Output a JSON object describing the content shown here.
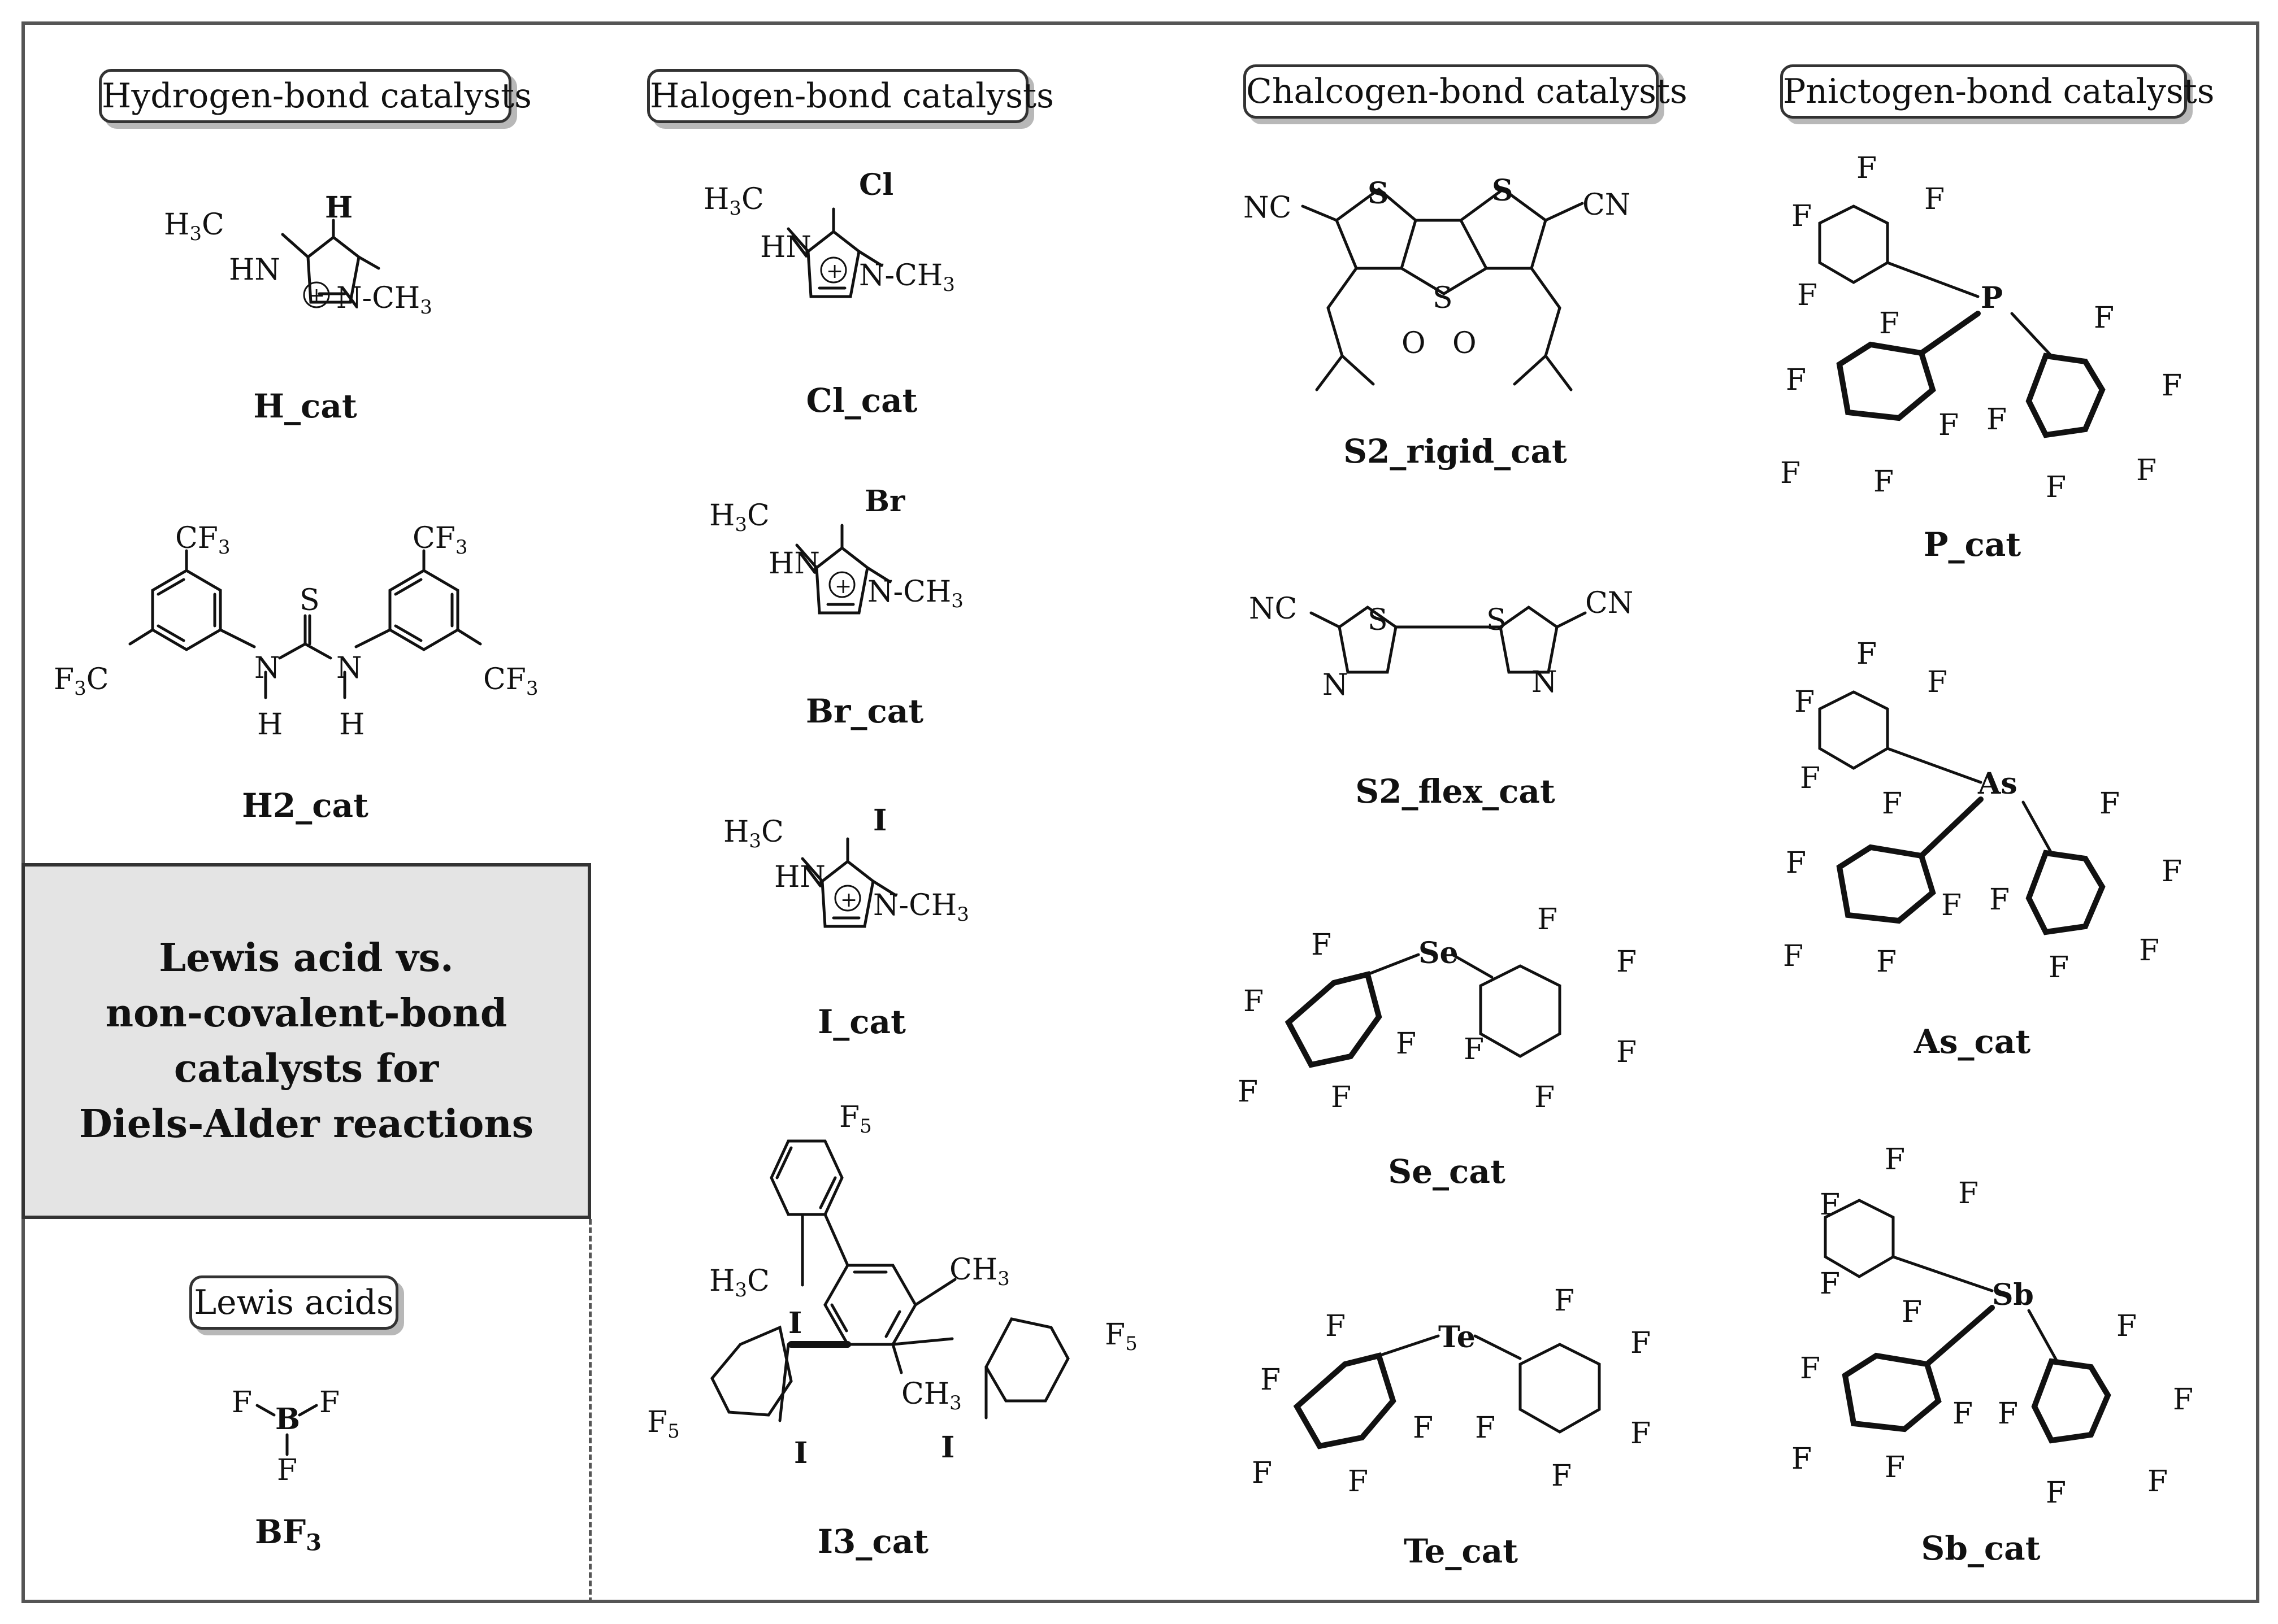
{
  "headers": {
    "hydrogen": "Hydrogen-bond catalysts",
    "halogen": "Halogen-bond catalysts",
    "chalcogen": "Chalcogen-bond catalysts",
    "pnictogen": "Pnictogen-bond catalysts",
    "lewis": "Lewis acids"
  },
  "title_lines": [
    "Lewis acid vs.",
    "non-covalent-bond",
    "catalysts for",
    "Diels-Alder reactions"
  ],
  "compound_labels": {
    "h_cat": "H_cat",
    "h2_cat": "H2_cat",
    "bf3_base": "BF",
    "bf3_sub": "3",
    "cl_cat": "Cl_cat",
    "br_cat": "Br_cat",
    "i_cat": "I_cat",
    "i3_cat": "I3_cat",
    "s2_rigid_cat": "S2_rigid_cat",
    "s2_flex_cat": "S2_flex_cat",
    "se_cat": "Se_cat",
    "te_cat": "Te_cat",
    "p_cat": "P_cat",
    "as_cat": "As_cat",
    "sb_cat": "Sb_cat"
  },
  "atoms": {
    "H": "H",
    "HN": "HN",
    "NCH3": "N",
    "CH": "CH",
    "sub3": "3",
    "H3C": "H",
    "Cplus": "+",
    "CF": "CF",
    "F3C": "F",
    "N": "N",
    "S": "S",
    "Cl": "Cl",
    "Br": "Br",
    "I": "I",
    "NC": "NC",
    "CN": "CN",
    "O": "O",
    "F": "F",
    "F5": "F",
    "sub5": "5",
    "Se": "Se",
    "Te": "Te",
    "P": "P",
    "As": "As",
    "Sb": "Sb",
    "B": "B"
  }
}
